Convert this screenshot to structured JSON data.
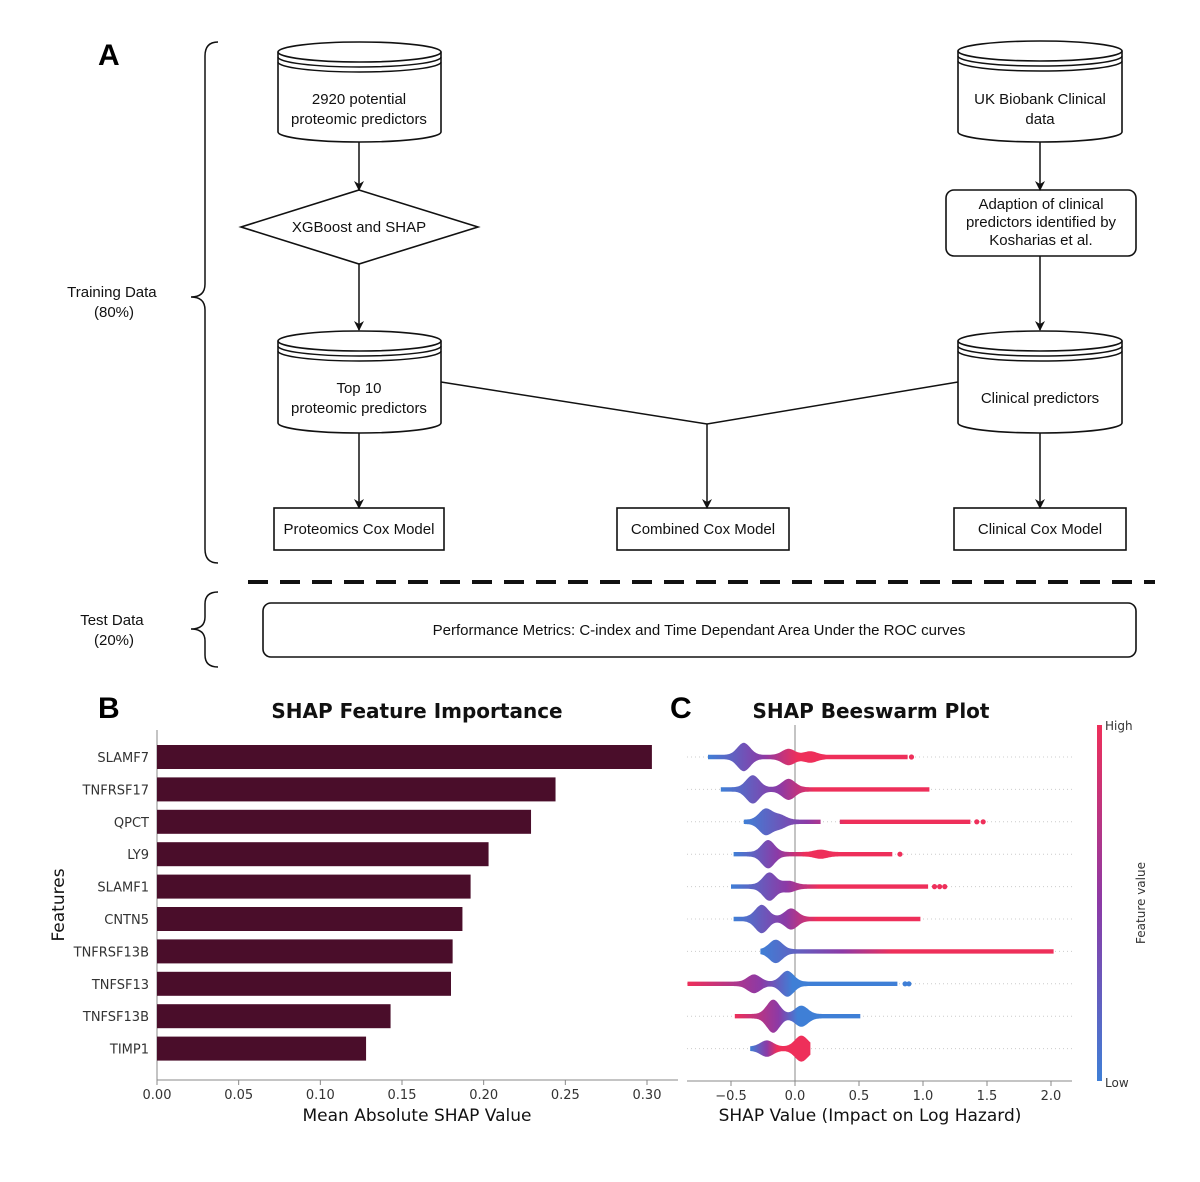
{
  "panel_a": {
    "label": "A",
    "training_label": [
      "Training Data",
      "(80%)"
    ],
    "test_label": [
      "Test Data",
      "(20%)"
    ],
    "nodes": {
      "proteomic_input": [
        "2920 potential",
        "proteomic predictors"
      ],
      "xgboost": "XGBoost and SHAP",
      "top10": [
        "Top 10",
        "proteomic predictors"
      ],
      "proteomics_cox": "Proteomics Cox Model",
      "combined_cox": "Combined Cox Model",
      "ukb_clinical": [
        "UK Biobank Clinical",
        "data"
      ],
      "adaption": [
        "Adaption of clinical",
        "predictors identified by",
        "Kosharias et al."
      ],
      "clinical_predictors": "Clinical predictors",
      "clinical_cox": "Clinical Cox Model",
      "performance": "Performance Metrics: C-index and Time Dependant Area Under the ROC curves"
    }
  },
  "chart_data": [
    {
      "panel": "B",
      "type": "bar",
      "orientation": "horizontal",
      "title": "SHAP Feature Importance",
      "xlabel": "Mean Absolute SHAP Value",
      "ylabel": "Features",
      "categories": [
        "SLAMF7",
        "TNFRSF17",
        "QPCT",
        "LY9",
        "SLAMF1",
        "CNTN5",
        "TNFRSF13B",
        "TNFSF13",
        "TNFSF13B",
        "TIMP1"
      ],
      "values": [
        0.303,
        0.244,
        0.229,
        0.203,
        0.192,
        0.187,
        0.181,
        0.18,
        0.143,
        0.128
      ],
      "xlim": [
        0,
        0.32
      ],
      "xticks": [
        "0.00",
        "0.05",
        "0.10",
        "0.15",
        "0.20",
        "0.25",
        "0.30"
      ],
      "bar_color": "#4a0d2a",
      "grid": false
    },
    {
      "panel": "C",
      "type": "scatter",
      "subtype": "beeswarm",
      "title": "SHAP Beeswarm Plot",
      "xlabel": "SHAP Value (Impact on Log Hazard)",
      "colorbar_label": "Feature value",
      "colorbar_high": "High",
      "colorbar_low": "Low",
      "colors": {
        "low": "#3f7fd6",
        "mid": "#8c3aa6",
        "high": "#ee2f5a"
      },
      "xlim": [
        -0.85,
        2.15
      ],
      "xticks": [
        "−0.5",
        "0.0",
        "0.5",
        "1.0",
        "1.5",
        "2.0"
      ],
      "xtick_values": [
        -0.5,
        0,
        0.5,
        1.0,
        1.5,
        2.0
      ],
      "rows": [
        {
          "feature": "SLAMF7",
          "min": -0.68,
          "max": 0.88,
          "peaks": [
            [
              -0.4,
              1.0
            ],
            [
              -0.05,
              0.5
            ],
            [
              0.12,
              0.3
            ]
          ],
          "outliers": [
            0.91
          ],
          "high_side": "right"
        },
        {
          "feature": "TNFRSF17",
          "min": -0.58,
          "max": 1.05,
          "peaks": [
            [
              -0.33,
              1.0
            ],
            [
              -0.05,
              0.7
            ]
          ],
          "outliers": [],
          "high_side": "right"
        },
        {
          "feature": "QPCT",
          "min": -0.4,
          "max": 1.37,
          "peaks": [
            [
              -0.23,
              0.9
            ],
            [
              -0.12,
              0.4
            ]
          ],
          "gap": [
            0.2,
            0.35
          ],
          "outliers": [
            1.42,
            1.47
          ],
          "high_side": "right"
        },
        {
          "feature": "LY9",
          "min": -0.48,
          "max": 0.76,
          "peaks": [
            [
              -0.21,
              1.0
            ],
            [
              0.2,
              0.2
            ]
          ],
          "outliers": [
            0.82
          ],
          "high_side": "right"
        },
        {
          "feature": "SLAMF1",
          "min": -0.5,
          "max": 1.04,
          "peaks": [
            [
              -0.2,
              1.0
            ],
            [
              -0.05,
              0.3
            ]
          ],
          "outliers": [
            1.09,
            1.13,
            1.17
          ],
          "high_side": "right"
        },
        {
          "feature": "CNTN5",
          "min": -0.48,
          "max": 0.98,
          "peaks": [
            [
              -0.26,
              1.0
            ],
            [
              -0.03,
              0.7
            ]
          ],
          "outliers": [],
          "high_side": "right"
        },
        {
          "feature": "TNFRSF13B",
          "min": -0.27,
          "max": 2.02,
          "peaks": [
            [
              -0.15,
              0.8
            ]
          ],
          "outliers": [],
          "high_side": "right"
        },
        {
          "feature": "TNFSF13",
          "min": -0.84,
          "max": 0.8,
          "peaks": [
            [
              -0.32,
              0.6
            ],
            [
              -0.06,
              0.9
            ]
          ],
          "outliers": [
            0.86,
            0.89
          ],
          "high_side": "left"
        },
        {
          "feature": "TNFSF13B",
          "min": -0.47,
          "max": 0.51,
          "peaks": [
            [
              -0.17,
              1.2
            ],
            [
              0.05,
              0.7
            ]
          ],
          "outliers": [],
          "high_side": "left"
        },
        {
          "feature": "TIMP1",
          "min": -0.35,
          "max": 0.12,
          "peaks": [
            [
              -0.22,
              0.5
            ],
            [
              0.05,
              0.9
            ]
          ],
          "outliers": [],
          "high_side": "right"
        }
      ]
    }
  ]
}
